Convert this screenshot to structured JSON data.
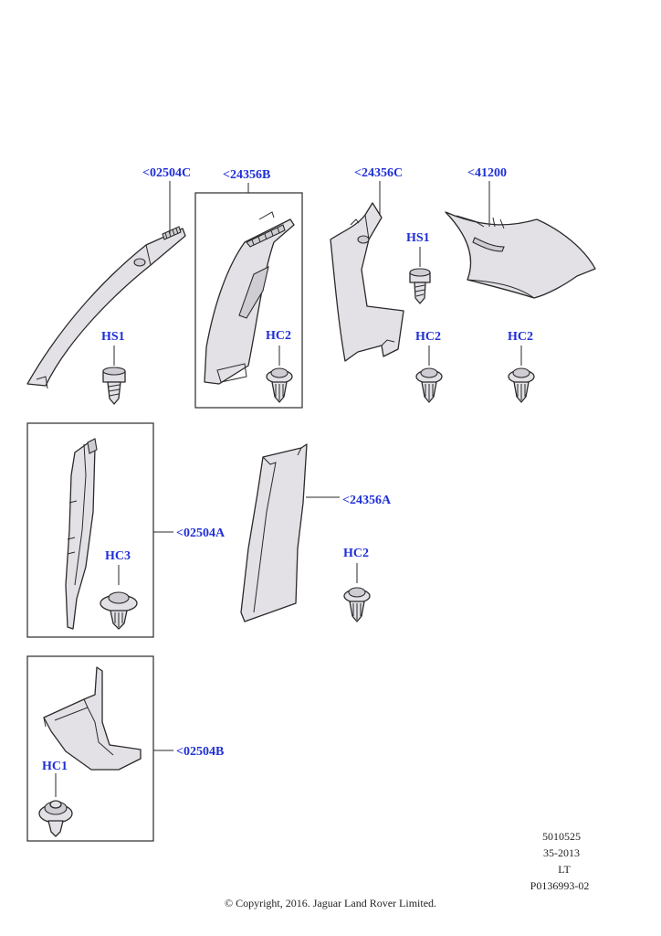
{
  "callouts": {
    "c02504C": "<02504C",
    "c24356B": "<24356B",
    "c24356C": "<24356C",
    "c41200": "<41200",
    "c24356A": "<24356A",
    "c02504A": "<02504A",
    "c02504B": "<02504B",
    "hs1_a": "HS1",
    "hs1_b": "HS1",
    "hc2_a": "HC2",
    "hc2_b": "HC2",
    "hc2_c": "HC2",
    "hc2_d": "HC2",
    "hc3": "HC3",
    "hc1": "HC1"
  },
  "meta": {
    "line1": "5010525",
    "line2": "35-2013",
    "line3": "LT",
    "line4": "P0136993-02"
  },
  "copyright": "© Copyright, 2016. Jaguar Land Rover Limited.",
  "colors": {
    "callout": "#1f2fd6",
    "part_fill": "#e3e1e6",
    "outline": "#2a2a2a"
  }
}
